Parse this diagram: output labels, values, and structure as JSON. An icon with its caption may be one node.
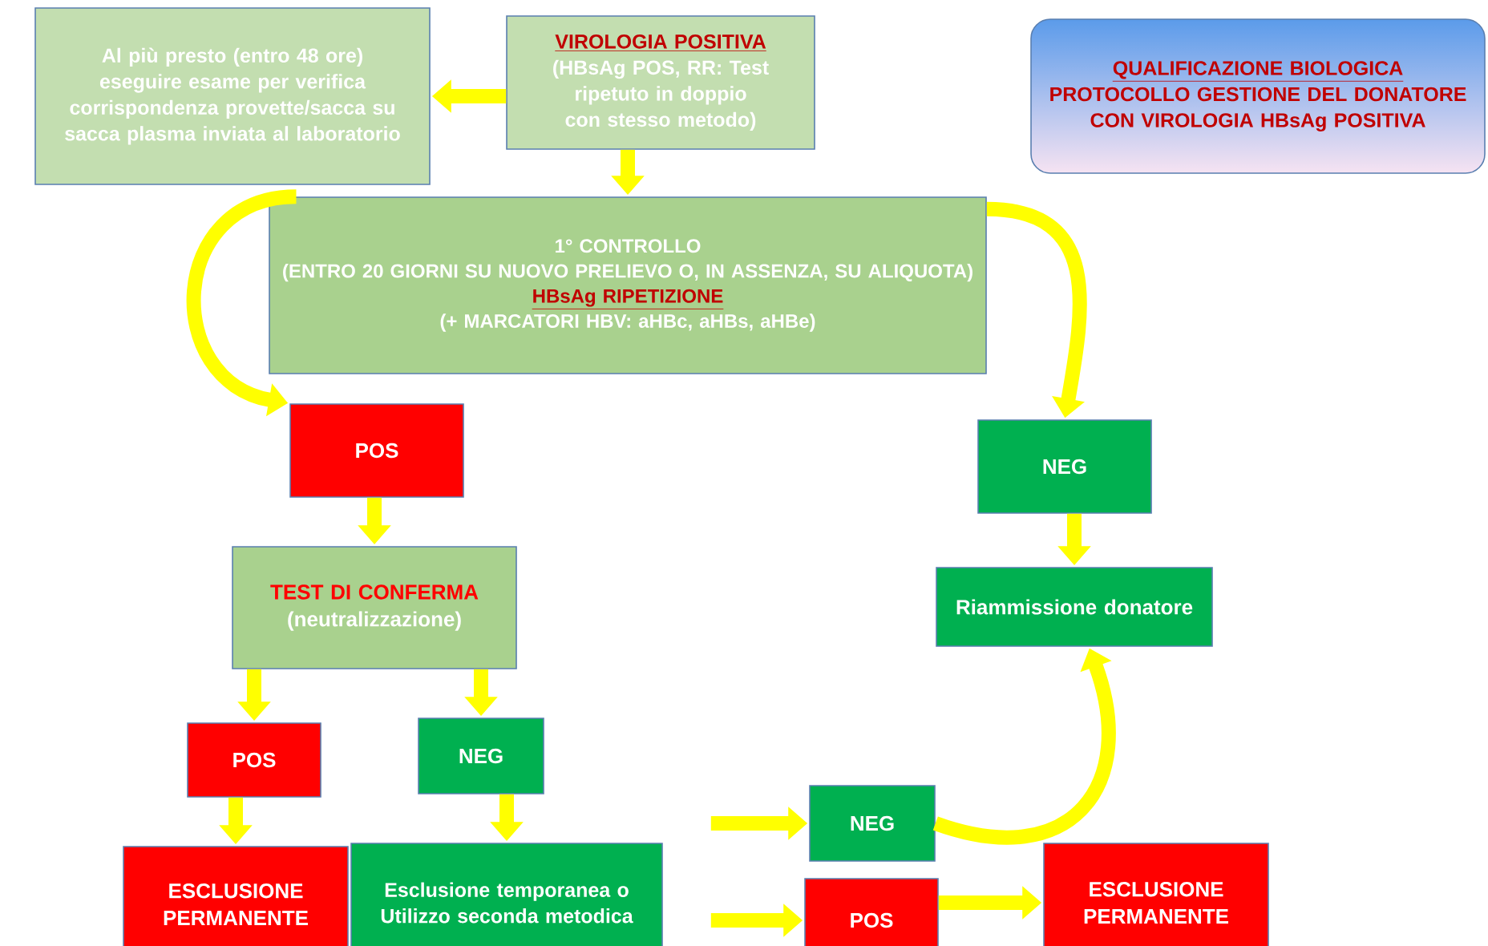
{
  "diagram": {
    "nodes": [
      {
        "text": [
          "QUALIFICAZIONE BIOLOGICA",
          "PROTOCOLLO GESTIONE DEL DONATORE CON VIROLOGIA HBsAg POSITIVA"
        ]
      },
      {
        "text": [
          "Al più presto (entro 48 ore) eseguire esame per verifica corrispondenza provette/sacca su sacca plasma inviata al laboratorio"
        ]
      },
      {
        "text": [
          "VIROLOGIA POSITIVA",
          "(HBsAg POS, RR: Test ripetuto in doppio con stesso metodo)"
        ]
      },
      {
        "text": [
          "1° CONTROLLO",
          "(ENTRO 20 GIORNI SU NUOVO PRELIEVO O, IN ASSENZA, SU ALIQUOTA)",
          "HBsAg RIPETIZIONE",
          "(+ MARCATORI HBV: aHBc, aHBs, aHBe)"
        ]
      },
      {
        "text": [
          "POS"
        ]
      },
      {
        "text": [
          "NEG"
        ]
      },
      {
        "text": [
          "TEST DI CONFERMA",
          "(neutralizzazione)"
        ]
      },
      {
        "text": [
          "Riammissione donatore"
        ]
      },
      {
        "text": [
          "POS"
        ]
      },
      {
        "text": [
          "NEG"
        ]
      },
      {
        "text": [
          "ESCLUSIONE PERMANENTE"
        ]
      },
      {
        "text": [
          "Esclusione temporanea o Utilizzo seconda metodica"
        ]
      },
      {
        "text": [
          "NEG"
        ]
      },
      {
        "text": [
          "POS"
        ]
      },
      {
        "text": [
          "ESCLUSIONE PERMANENTE"
        ]
      }
    ],
    "edges": [
      {
        "from": 2,
        "to": 1,
        "arrow": "to"
      },
      {
        "from": 2,
        "to": 3,
        "arrow": "to"
      },
      {
        "from": 3,
        "to": 4,
        "arrow": "to"
      },
      {
        "from": 3,
        "to": 5,
        "arrow": "to"
      },
      {
        "from": 4,
        "to": 6,
        "arrow": "to"
      },
      {
        "from": 5,
        "to": 7,
        "arrow": "to"
      },
      {
        "from": 6,
        "to": 8,
        "arrow": "to"
      },
      {
        "from": 6,
        "to": 9,
        "arrow": "to"
      },
      {
        "from": 8,
        "to": 10,
        "arrow": "to"
      },
      {
        "from": 9,
        "to": 11,
        "arrow": "to"
      },
      {
        "from": 11,
        "to": 12,
        "arrow": "to"
      },
      {
        "from": 11,
        "to": 13,
        "arrow": "to"
      },
      {
        "from": 13,
        "to": 14,
        "arrow": "to"
      },
      {
        "from": 12,
        "to": 7,
        "arrow": "to"
      }
    ]
  }
}
